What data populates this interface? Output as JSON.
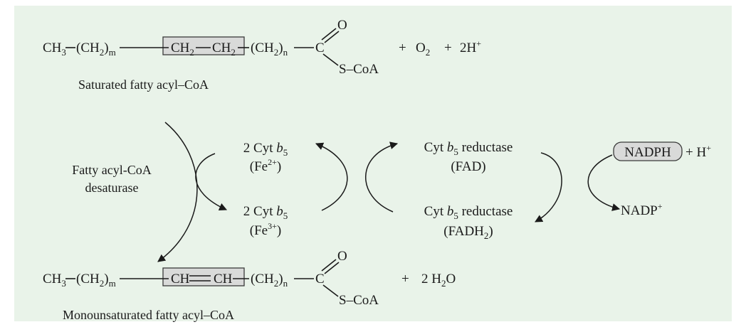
{
  "colors": {
    "background": "#e9f3e9",
    "highlight_box": "#d9dad9",
    "ink": "#1a1a1a"
  },
  "substrate": {
    "ch3": "CH",
    "ch3_sub": "3",
    "ch2m": "(CH",
    "ch2m_sub": "2",
    "ch2m_close": ")",
    "ch2m_m": "m",
    "boxed_left": "CH",
    "boxed_left_sub": "2",
    "boxed_right": "CH",
    "boxed_right_sub": "2",
    "ch2n": "(CH",
    "ch2n_sub": "2",
    "ch2n_close": ")",
    "ch2n_n": "n",
    "carbon": "C",
    "oxygen": "O",
    "scoa": "S–CoA",
    "plus1": "+",
    "o2": "O",
    "o2_sub": "2",
    "plus2": "+",
    "h_plus": "2H",
    "h_plus_sup": "+",
    "caption": "Saturated fatty acyl–CoA"
  },
  "enzyme": {
    "line1": "Fatty acyl-CoA",
    "line2": "desaturase"
  },
  "cyt_b5_top": {
    "text": "2 Cyt ",
    "b": "b",
    "b_sub": "5",
    "ion": "(Fe",
    "ion_sup": "2+",
    "ion_close": ")"
  },
  "cyt_b5_bottom": {
    "text": "2 Cyt ",
    "b": "b",
    "b_sub": "5",
    "ion": "(Fe",
    "ion_sup": "3+",
    "ion_close": ")"
  },
  "reductase_top": {
    "cyt": "Cyt ",
    "b": "b",
    "b_sub": "5",
    "rest": " reductase",
    "cofactor": "(FAD)"
  },
  "reductase_bottom": {
    "cyt": "Cyt ",
    "b": "b",
    "b_sub": "5",
    "rest": " reductase",
    "cofactor": "(FADH",
    "cofactor_sub": "2",
    "cofactor_close": ")"
  },
  "nadph": {
    "label": "NADPH",
    "plus": "+ H",
    "plus_sup": "+"
  },
  "nadp": {
    "label": "NADP",
    "sup": "+"
  },
  "product": {
    "ch3": "CH",
    "ch3_sub": "3",
    "ch2m": "(CH",
    "ch2m_sub": "2",
    "ch2m_close": ")",
    "ch2m_m": "m",
    "boxed": "CH",
    "boxed_right": "CH",
    "ch2n": "(CH",
    "ch2n_sub": "2",
    "ch2n_close": ")",
    "ch2n_n": "n",
    "carbon": "C",
    "oxygen": "O",
    "scoa": "S–CoA",
    "plus": "+",
    "water": "2 H",
    "water_sub": "2",
    "water_o": "O",
    "caption": "Monounsaturated fatty acyl–CoA"
  }
}
